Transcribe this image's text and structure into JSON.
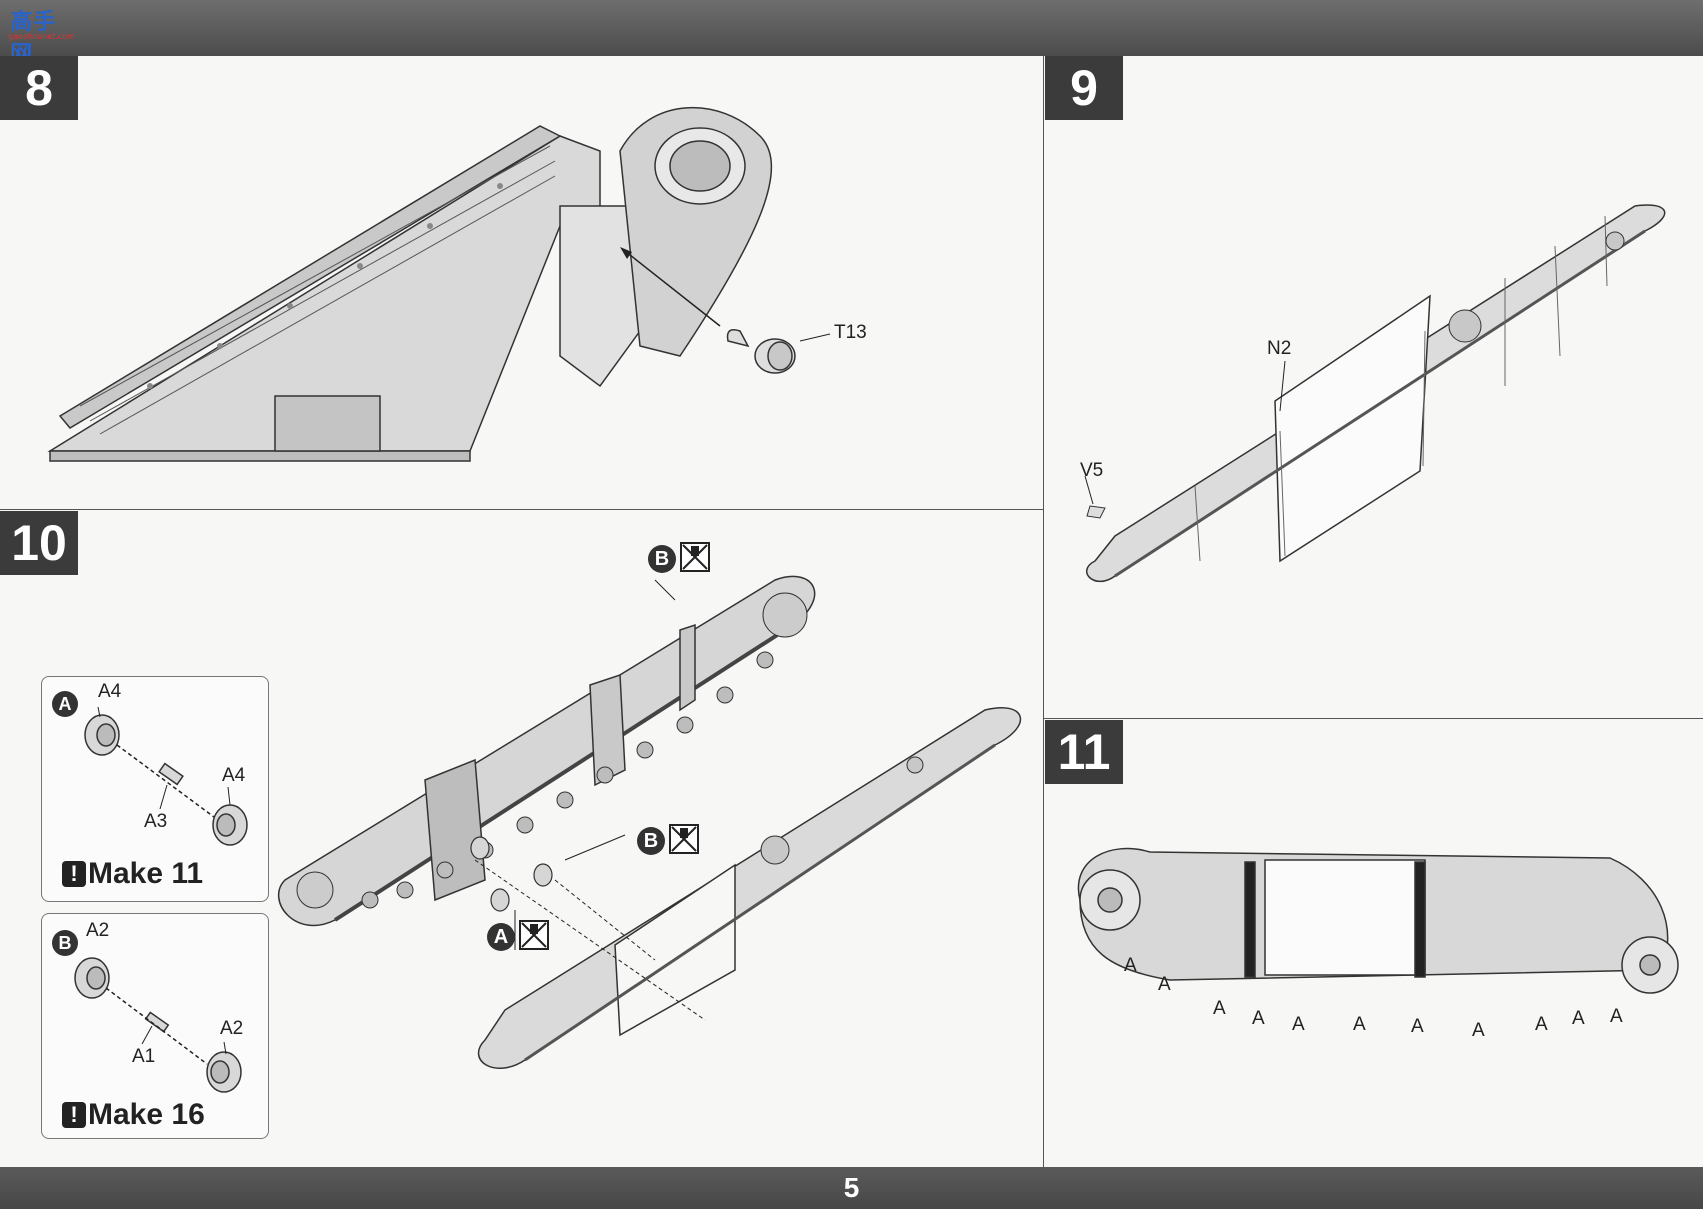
{
  "logo": {
    "text": "高手网",
    "url": "gaoshounet.com"
  },
  "page_number": "5",
  "steps": {
    "s8": {
      "number": "8",
      "parts": {
        "t13": "T13"
      }
    },
    "s9": {
      "number": "9",
      "parts": {
        "n2": "N2",
        "v5": "V5"
      }
    },
    "s10": {
      "number": "10",
      "sub_a": {
        "badge": "A",
        "parts": [
          "A4",
          "A4",
          "A3"
        ],
        "make": "Make 11"
      },
      "sub_b": {
        "badge": "B",
        "parts": [
          "A2",
          "A1",
          "A2"
        ],
        "make": "Make 16"
      },
      "markers": [
        "B",
        "B",
        "A"
      ]
    },
    "s11": {
      "number": "11",
      "wheel_label": "A"
    }
  },
  "colors": {
    "bar": "#555555",
    "step_box": "#3b3b3b",
    "hull": "#d8d8d8",
    "line": "#555555"
  }
}
